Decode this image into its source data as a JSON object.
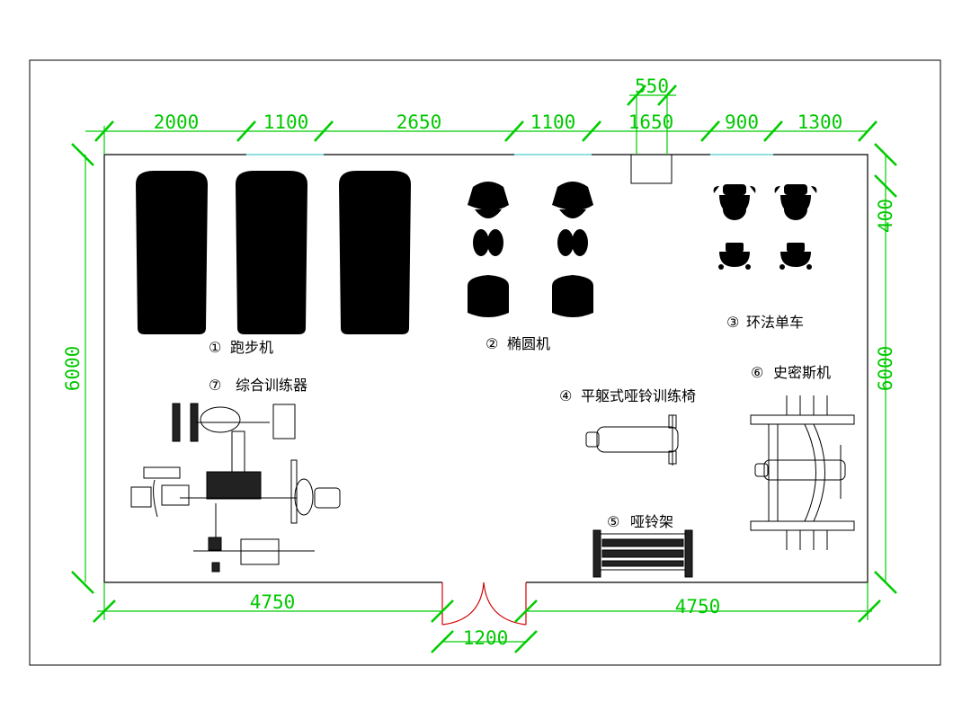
{
  "dimensions": {
    "top": [
      "2000",
      "1100",
      "2650",
      "1100",
      "1650",
      "900",
      "1300"
    ],
    "top_extra": "550",
    "left": "6000",
    "right_upper": "400",
    "right_lower": "6000",
    "bottom_left": "4750",
    "bottom_right": "4750",
    "door_width": "1200"
  },
  "equipment": [
    {
      "num": "①",
      "name": "跑步机"
    },
    {
      "num": "②",
      "name": "椭圆机"
    },
    {
      "num": "③",
      "name": "环法单车"
    },
    {
      "num": "④",
      "name": "平躯式哑铃训练椅"
    },
    {
      "num": "⑤",
      "name": "哑铃架"
    },
    {
      "num": "⑥",
      "name": "史密斯机"
    },
    {
      "num": "⑦",
      "name": "综合训练器"
    }
  ],
  "colors": {
    "dimension": "#00cc00",
    "walls": "#000000",
    "door": "#d40000",
    "window": "#8fe0e0"
  }
}
